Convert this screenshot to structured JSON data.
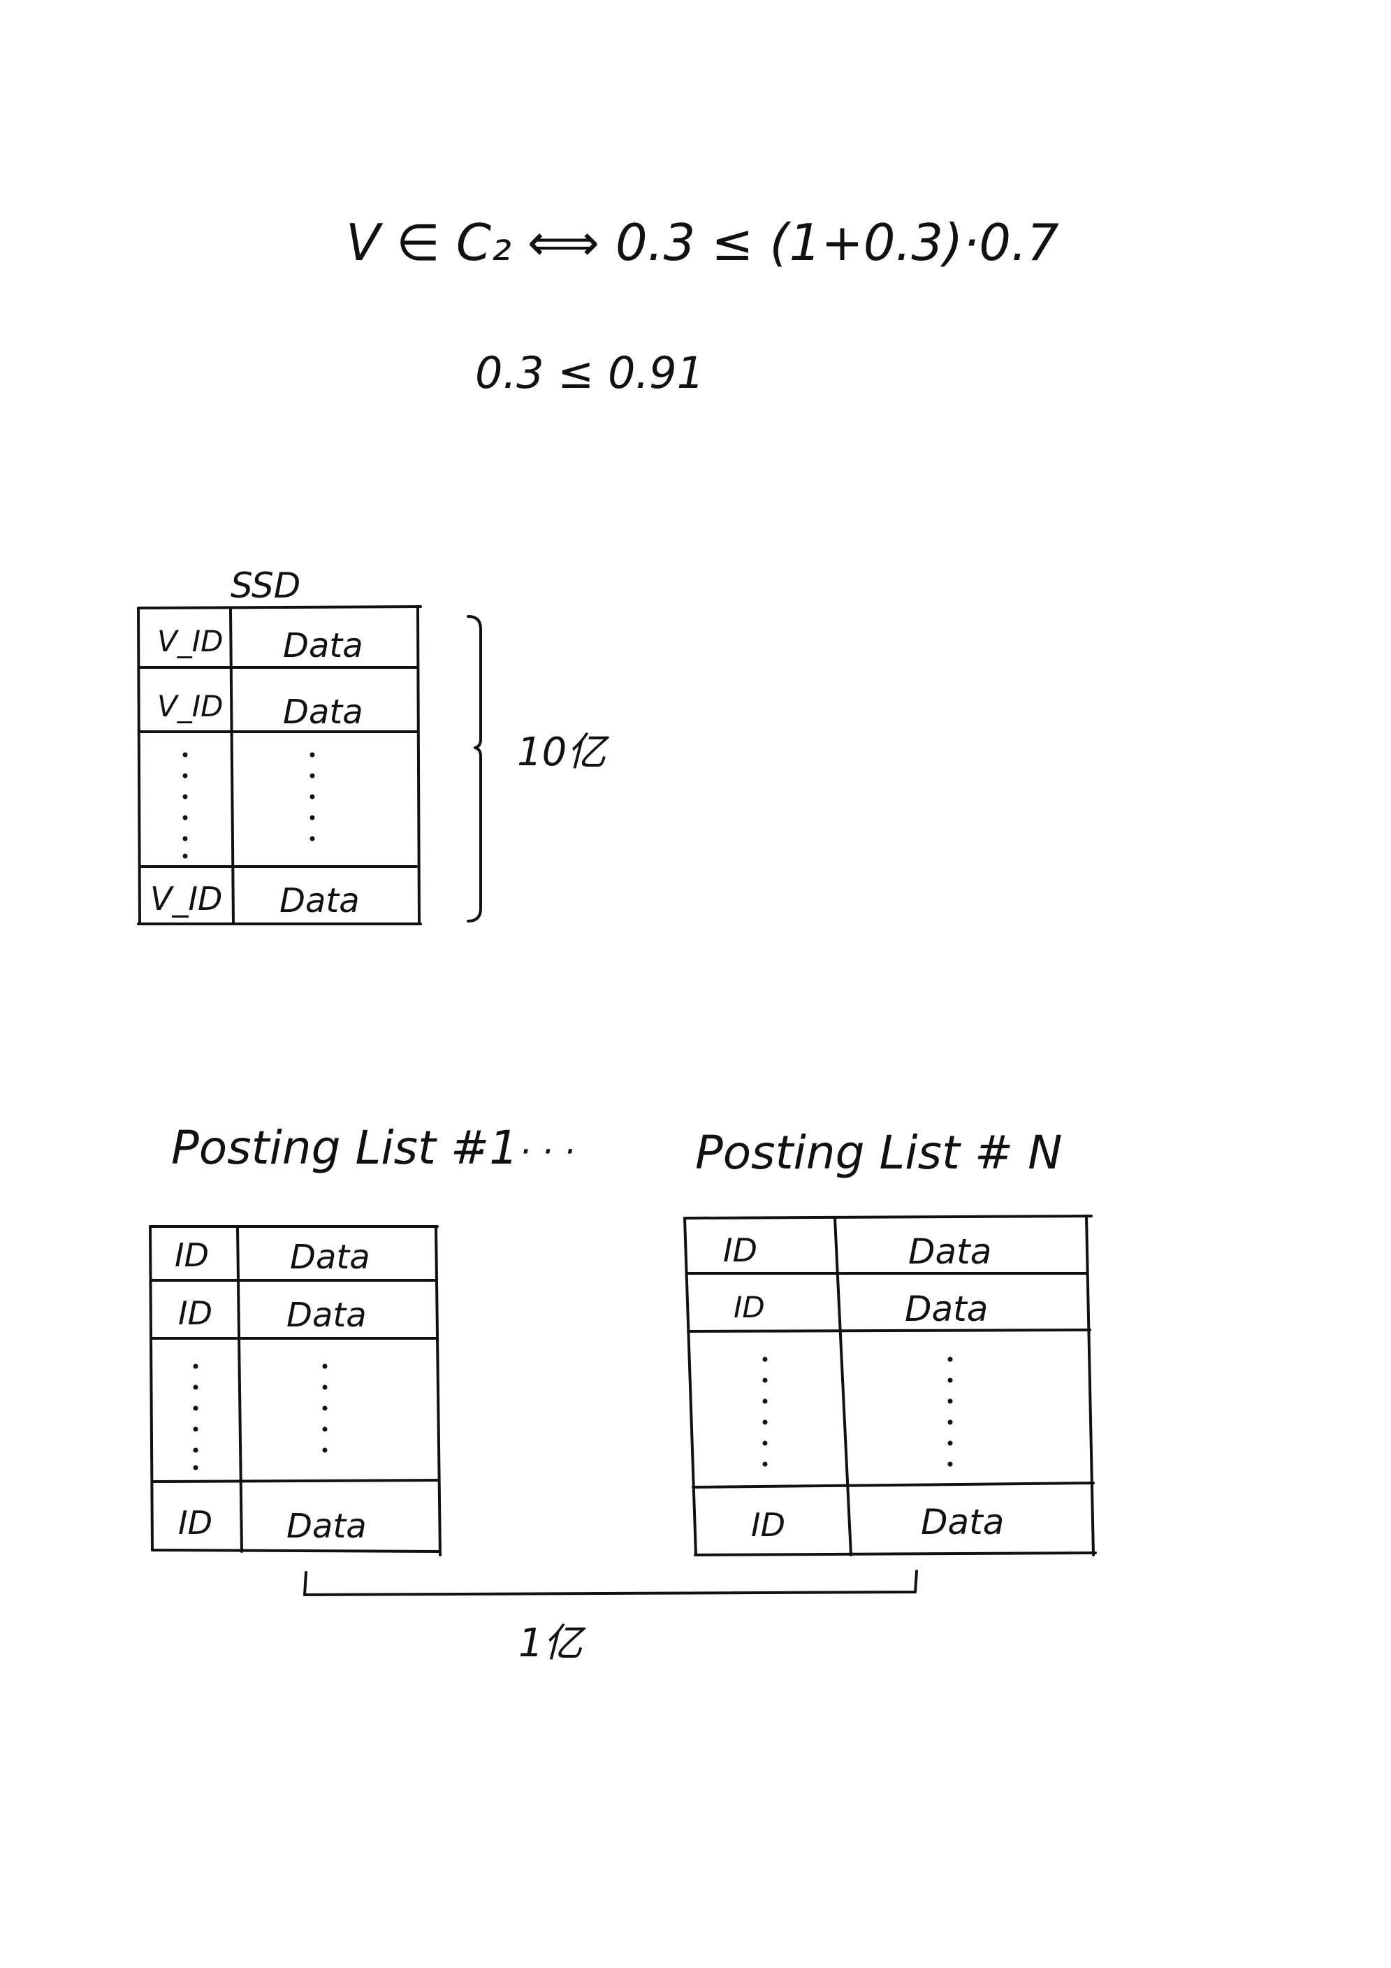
{
  "colors": {
    "ink": "#111111",
    "paper": "#ffffff"
  },
  "formulas": {
    "line1": "V ∈ C₂ ⟺ 0.3 ≤ (1+0.3)·0.7",
    "line2": "0.3 ≤ 0.91"
  },
  "ssd_table": {
    "title": "SSD",
    "rows": [
      {
        "id": "V_ID",
        "data": "Data"
      },
      {
        "id": "V_ID",
        "data": "Data"
      },
      {
        "id": "V_ID",
        "data": "Data"
      }
    ],
    "brace_label": "10亿"
  },
  "posting_lists": {
    "list1_title": "Posting  List #1",
    "ellipsis": "· ·      · · ·",
    "listN_title": "Posting  List # N",
    "list1_rows": [
      {
        "id": "ID",
        "data": "Data"
      },
      {
        "id": "ID",
        "data": "Data"
      },
      {
        "id": "ID",
        "data": "Data"
      }
    ],
    "listN_rows": [
      {
        "id": "ID",
        "data": "Data"
      },
      {
        "id": "ID",
        "data": "Data"
      },
      {
        "id": "ID",
        "data": "Data"
      }
    ],
    "brace_label": "1亿"
  }
}
